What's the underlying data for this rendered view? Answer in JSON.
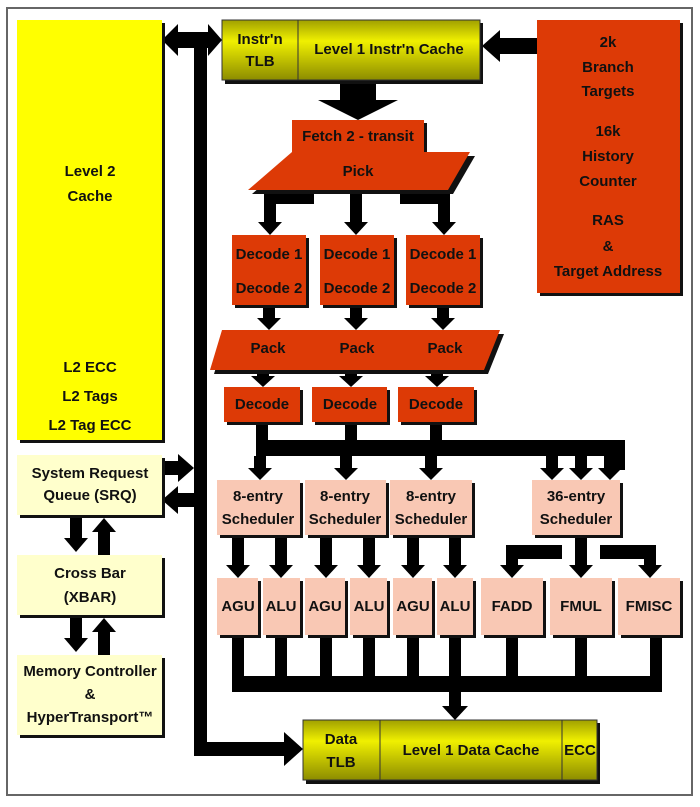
{
  "colors": {
    "l2": "#ffff00",
    "cache": "#c8c800",
    "front": "#dd3a06",
    "exec": "#f9c8b4",
    "system": "#ffffcc",
    "bus": "#000000"
  },
  "l2": {
    "title1": "Level 2",
    "title2": "Cache",
    "ecc": "L2 ECC",
    "tags": "L2 Tags",
    "tag_ecc": "L2 Tag ECC"
  },
  "icache": {
    "tlb1": "Instr'n",
    "tlb2": "TLB",
    "cache": "Level 1 Instr'n Cache"
  },
  "branch": {
    "lines": [
      "2k",
      "Branch",
      "Targets",
      "16k",
      "History",
      "Counter",
      "RAS",
      "&",
      "Target Address"
    ]
  },
  "fetch": "Fetch 2 - transit",
  "pick": "Pick",
  "decode12": [
    {
      "a": "Decode 1",
      "b": "Decode 2"
    },
    {
      "a": "Decode 1",
      "b": "Decode 2"
    },
    {
      "a": "Decode 1",
      "b": "Decode 2"
    }
  ],
  "pack": [
    "Pack",
    "Pack",
    "Pack"
  ],
  "decode": [
    "Decode",
    "Decode",
    "Decode"
  ],
  "schedulers": [
    {
      "a": "8-entry",
      "b": "Scheduler"
    },
    {
      "a": "8-entry",
      "b": "Scheduler"
    },
    {
      "a": "8-entry",
      "b": "Scheduler"
    },
    {
      "a": "36-entry",
      "b": "Scheduler"
    }
  ],
  "units": [
    "AGU",
    "ALU",
    "AGU",
    "ALU",
    "AGU",
    "ALU",
    "FADD",
    "FMUL",
    "FMISC"
  ],
  "system": {
    "srq1": "System Request",
    "srq2": "Queue (SRQ)",
    "xbar1": "Cross Bar",
    "xbar2": "(XBAR)",
    "mc1": "Memory Controller",
    "mc2": "&",
    "mc3": "HyperTransport™"
  },
  "dcache": {
    "tlb1": "Data",
    "tlb2": "TLB",
    "cache": "Level 1 Data Cache",
    "ecc": "ECC"
  }
}
